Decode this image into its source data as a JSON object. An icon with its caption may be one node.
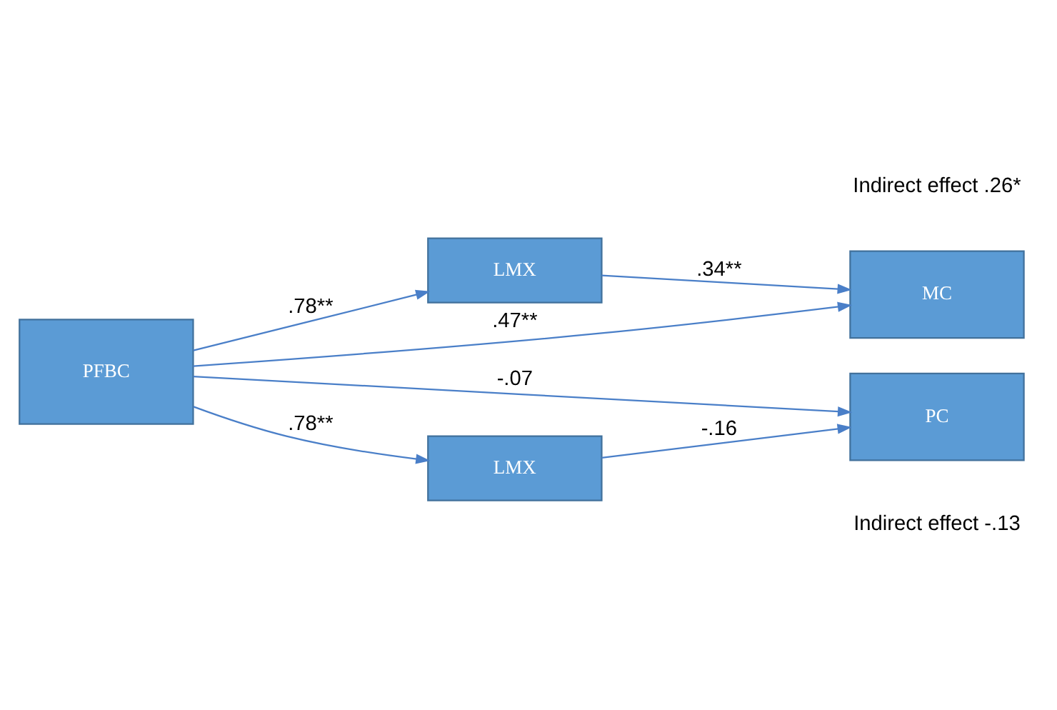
{
  "diagram": {
    "nodes": [
      {
        "text": [
          "PFBC"
        ]
      },
      {
        "text": [
          "LMX"
        ]
      },
      {
        "text": [
          "MC"
        ]
      },
      {
        "text": [
          "PC"
        ]
      },
      {
        "text": [
          "LMX"
        ]
      }
    ],
    "edges": [
      {
        "from": 0,
        "to": 1,
        "arrow": "to",
        "label": ".78**"
      },
      {
        "from": 1,
        "to": 2,
        "arrow": "to",
        "label": ".34**"
      },
      {
        "from": 0,
        "to": 2,
        "arrow": "to",
        "label": ".47**"
      },
      {
        "from": 0,
        "to": 3,
        "arrow": "to",
        "label": "-.07"
      },
      {
        "from": 0,
        "to": 4,
        "arrow": "to",
        "label": ".78**"
      },
      {
        "from": 4,
        "to": 3,
        "arrow": "to",
        "label": "-.16"
      }
    ],
    "labels": [
      "Indirect effect .26*",
      "Indirect effect -.13"
    ]
  }
}
